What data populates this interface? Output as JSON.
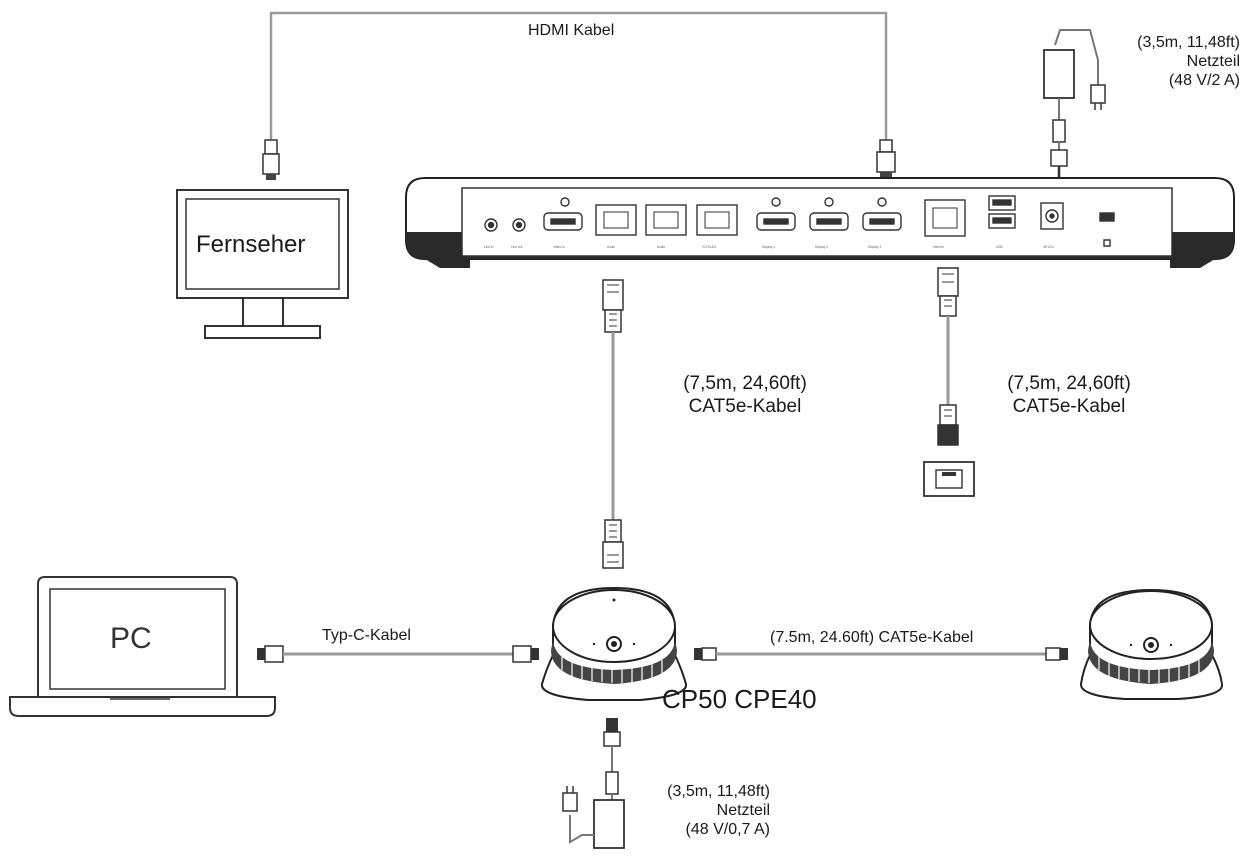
{
  "labels": {
    "hdmi_cable": "HDMI Kabel",
    "tv": "Fernseher",
    "pc": "PC",
    "psu_top": {
      "length": "(3,5m, 11,48ft)",
      "name": "Netzteil",
      "rating": "(48 V/2 A)"
    },
    "cat5e_left": {
      "length": "(7,5m, 24,60ft)",
      "name": "CAT5e-Kabel"
    },
    "cat5e_right": {
      "length": "(7,5m, 24,60ft)",
      "name": "CAT5e-Kabel"
    },
    "type_c_cable": "Typ-C-Kabel",
    "expansion_cable": "(7.5m, 24.60ft) CAT5e-Kabel",
    "speaker_model": "CP50 CPE40",
    "psu_bottom": {
      "length": "(3,5m, 11,48ft)",
      "name": "Netzteil",
      "rating": "(48 V/0,7 A)"
    }
  },
  "hub_ports": [
    "Line in",
    "Line out",
    "Video in",
    "Audio",
    "Audio",
    "VCH/LAN",
    "Display 1",
    "Display 2",
    "Display 3",
    "Internet",
    "USB",
    "48 VDC"
  ]
}
